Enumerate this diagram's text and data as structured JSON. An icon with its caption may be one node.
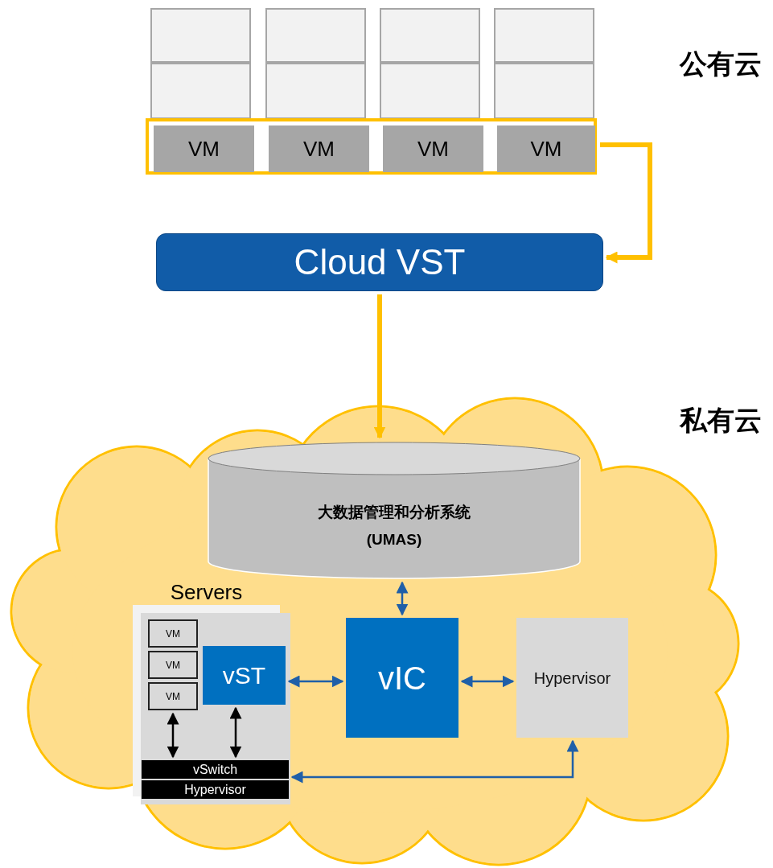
{
  "diagram": {
    "nodes": [
      {
        "text": [],
        "shape": "box"
      },
      {
        "text": [],
        "shape": "box"
      },
      {
        "text": [],
        "shape": "box"
      },
      {
        "text": [],
        "shape": "box"
      },
      {
        "text": [],
        "shape": "box"
      },
      {
        "text": [],
        "shape": "box"
      },
      {
        "text": [],
        "shape": "box"
      },
      {
        "text": [],
        "shape": "box"
      },
      {
        "text": [],
        "shape": "box"
      },
      {
        "text": [
          "VM"
        ],
        "in": 8
      },
      {
        "text": [
          "VM"
        ],
        "in": 8
      },
      {
        "text": [
          "VM"
        ],
        "in": 8
      },
      {
        "text": [
          "VM"
        ],
        "in": 8
      },
      {
        "text": [
          "Cloud VST"
        ]
      },
      {
        "text": [],
        "shape": "cloud"
      },
      {
        "text": [
          "大数据管理和分析系统(UMAS)"
        ]
      },
      {
        "text": [
          "Servers"
        ],
        "in": 14
      },
      {
        "text": [
          "VM"
        ],
        "in": 16
      },
      {
        "text": [
          "VM"
        ],
        "in": 16
      },
      {
        "text": [
          "VM"
        ],
        "in": 16
      },
      {
        "text": [
          "vST"
        ],
        "in": 16
      },
      {
        "text": [
          "vSwitch"
        ],
        "in": 16
      },
      {
        "text": [
          "Hypervisor"
        ],
        "in": 16
      },
      {
        "text": [
          "vIC"
        ],
        "in": 14
      },
      {
        "text": [
          "Hypervisor"
        ],
        "in": 14
      }
    ],
    "edges": [
      {
        "from": 8,
        "to": 13,
        "arrow": "to",
        "style": "thick",
        "color": "#ffc000"
      },
      {
        "from": 13,
        "to": 15,
        "arrow": "to",
        "style": "thick",
        "color": "#ffc000"
      },
      {
        "from": 15,
        "to": 23,
        "arrow": "both"
      },
      {
        "from": 20,
        "to": 23,
        "arrow": "both"
      },
      {
        "from": 23,
        "to": 24,
        "arrow": "both"
      },
      {
        "from": 24,
        "to": 22,
        "arrow": "both"
      },
      {
        "from": 19,
        "to": 21,
        "arrow": "both",
        "color": "#000000"
      },
      {
        "from": 20,
        "to": 21,
        "arrow": "both",
        "color": "#000000"
      }
    ],
    "labels": [
      "公有云",
      "私有云"
    ]
  }
}
